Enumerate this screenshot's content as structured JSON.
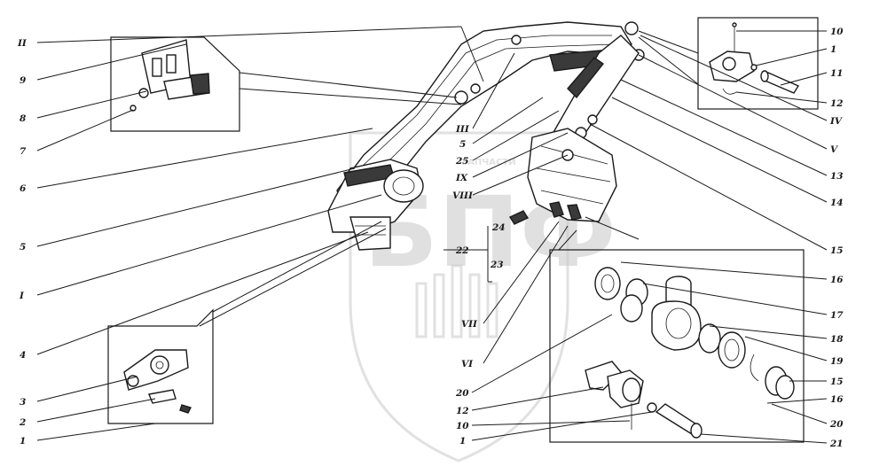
{
  "watermark": {
    "logo_text": "БПФ",
    "caption": "ЗАПЧАСТИ"
  },
  "callouts_left": [
    "II",
    "9",
    "8",
    "7",
    "6",
    "5",
    "I",
    "4",
    "3",
    "2",
    "1"
  ],
  "callouts_right": [
    "10",
    "1",
    "11",
    "12",
    "IV",
    "V",
    "13",
    "14",
    "15",
    "16",
    "17",
    "18",
    "19",
    "15",
    "16",
    "20",
    "21"
  ],
  "callouts_center": [
    "III",
    "5",
    "25",
    "IX",
    "VIII",
    "24",
    "22",
    "23",
    "VII",
    "VI",
    "20",
    "12",
    "10",
    "1"
  ]
}
